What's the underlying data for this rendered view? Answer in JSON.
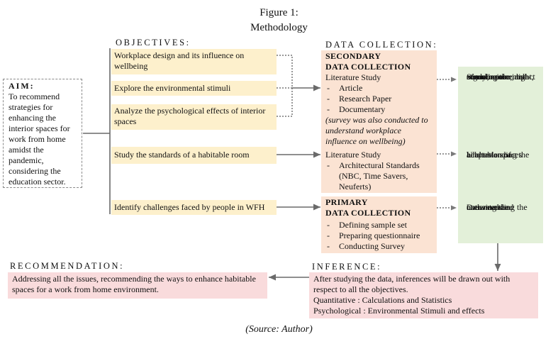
{
  "figure": {
    "title_line1": "Figure 1:",
    "title_line2": "Methodology",
    "source": "(Source: Author)"
  },
  "aim": {
    "label": "AIM:",
    "lines": [
      "To recommend",
      "strategies for",
      "enhancing the",
      "interior spaces for",
      "work from home",
      "amidst the",
      "pandemic,",
      "considering the",
      "education sector."
    ]
  },
  "objectives": {
    "heading": "OBJECTIVES:",
    "items": [
      {
        "lines": [
          "Workplace design and its influence on",
          "wellbeing"
        ]
      },
      {
        "lines": [
          "Explore the environmental stimuli"
        ]
      },
      {
        "lines": [
          "Analyze the psychological effects of interior",
          "spaces"
        ]
      },
      {
        "lines": [
          "Study the standards of a habitable room"
        ]
      },
      {
        "lines": [
          "Identify challenges faced by people in WFH"
        ]
      }
    ]
  },
  "data_collection": {
    "heading": "DATA COLLECTION:",
    "secondary": {
      "title_lines": [
        "SECONDARY",
        "DATA COLLECTION"
      ],
      "study1": "Literature Study",
      "study1_items": [
        "Article",
        "Research Paper",
        "Documentary"
      ],
      "note_lines": [
        "(survey was also conducted to",
        "understand workplace",
        "influence on wellbeing)"
      ],
      "study2": "Literature Study",
      "study2_items": [
        [
          "Architectural Standards",
          "(NBC, Time Savers,",
          "Neuferts)"
        ]
      ]
    },
    "primary": {
      "title_lines": [
        "PRIMARY",
        "DATA COLLECTION"
      ],
      "items": [
        "Defining sample set",
        "Preparing questionnaire",
        "Conducting Survey"
      ]
    }
  },
  "outcomes": [
    {
      "lines": [
        "Studying the impact",
        "of environmental",
        "stimuli: color, light,",
        "sound, space, and",
        "ergonomics."
      ]
    },
    {
      "lines": [
        "Understanding the",
        "adaptation of",
        "habitable spaces"
      ]
    },
    {
      "lines": [
        "Drawing the",
        "outcomes and",
        "understanding the",
        "user needs"
      ]
    }
  ],
  "inference": {
    "heading": "INFERENCE:",
    "lines": [
      "After studying the data, inferences will be drawn out with",
      "respect to all the objectives.",
      "Quantitative : Calculations and Statistics",
      "Psychological : Environmental Stimuli and effects"
    ]
  },
  "recommendation": {
    "heading": "RECOMMENDATION:",
    "lines": [
      "Addressing all the issues, recommending the ways to enhance habitable",
      "spaces for a work from home environment."
    ]
  }
}
